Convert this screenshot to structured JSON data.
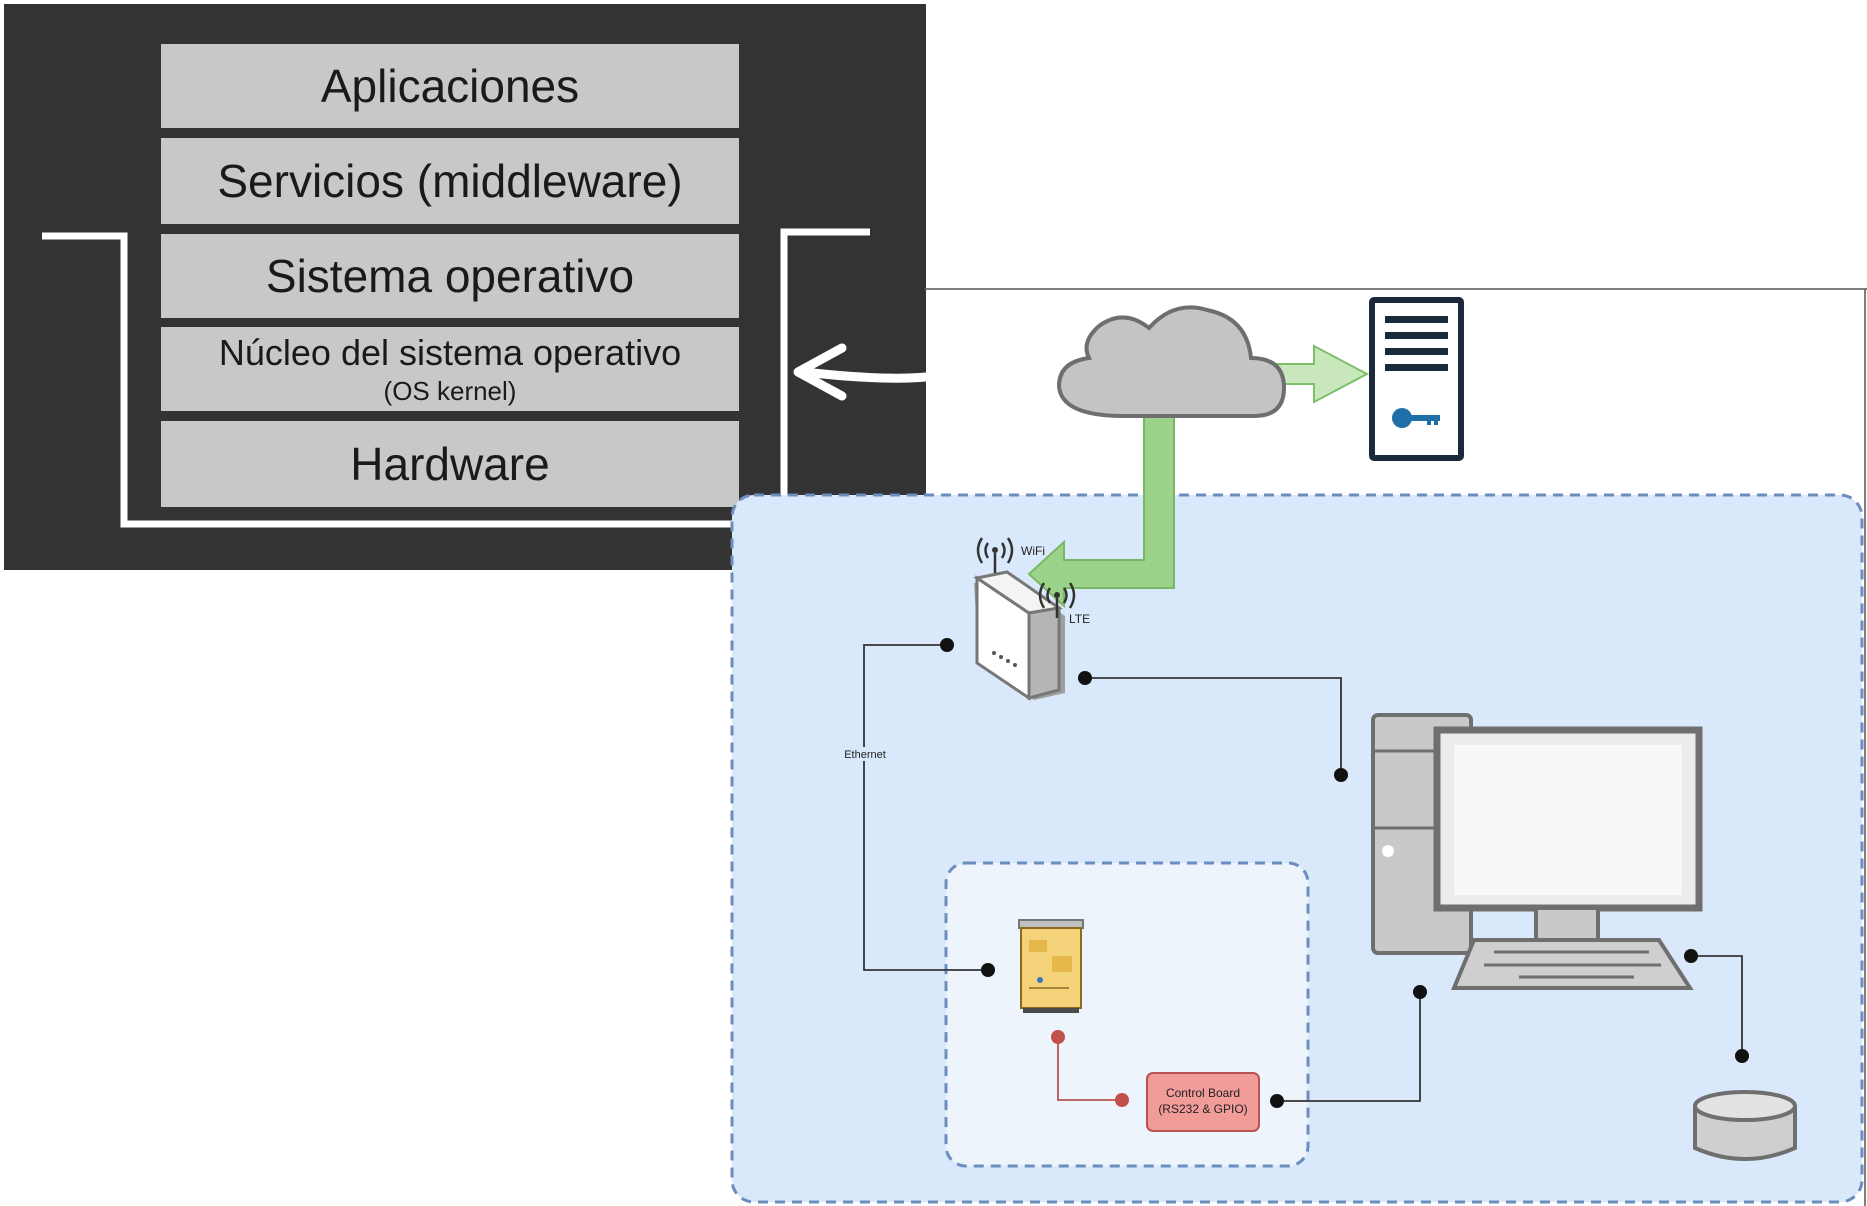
{
  "os_stack": {
    "layers": [
      {
        "label": "Aplicaciones",
        "sublabel": ""
      },
      {
        "label": "Servicios (middleware)",
        "sublabel": ""
      },
      {
        "label": "Sistema operativo",
        "sublabel": ""
      },
      {
        "label": "Núcleo del sistema operativo",
        "sublabel": "(OS kernel)"
      },
      {
        "label": "Hardware",
        "sublabel": ""
      }
    ]
  },
  "network": {
    "wifi_label": "WiFi",
    "lte_label": "LTE",
    "ethernet_label": "Ethernet",
    "control_board_line1": "Control Board",
    "control_board_line2": "(RS232 & GPIO)"
  },
  "colors": {
    "panel_dark": "#333333",
    "layer_gray": "#c8c8c8",
    "zone_blue": "#dae8fc",
    "zone_border": "#6c8ebf",
    "arrow_green": "#8fcf7c",
    "control_board_fill": "#f19c99",
    "control_board_border": "#b85450",
    "server_navy": "#1b2a3a"
  },
  "icons": [
    "cloud-icon",
    "server-key-icon",
    "router-icon",
    "wifi-signal-icon",
    "lte-signal-icon",
    "circuit-board-icon",
    "desktop-computer-icon",
    "database-icon"
  ]
}
